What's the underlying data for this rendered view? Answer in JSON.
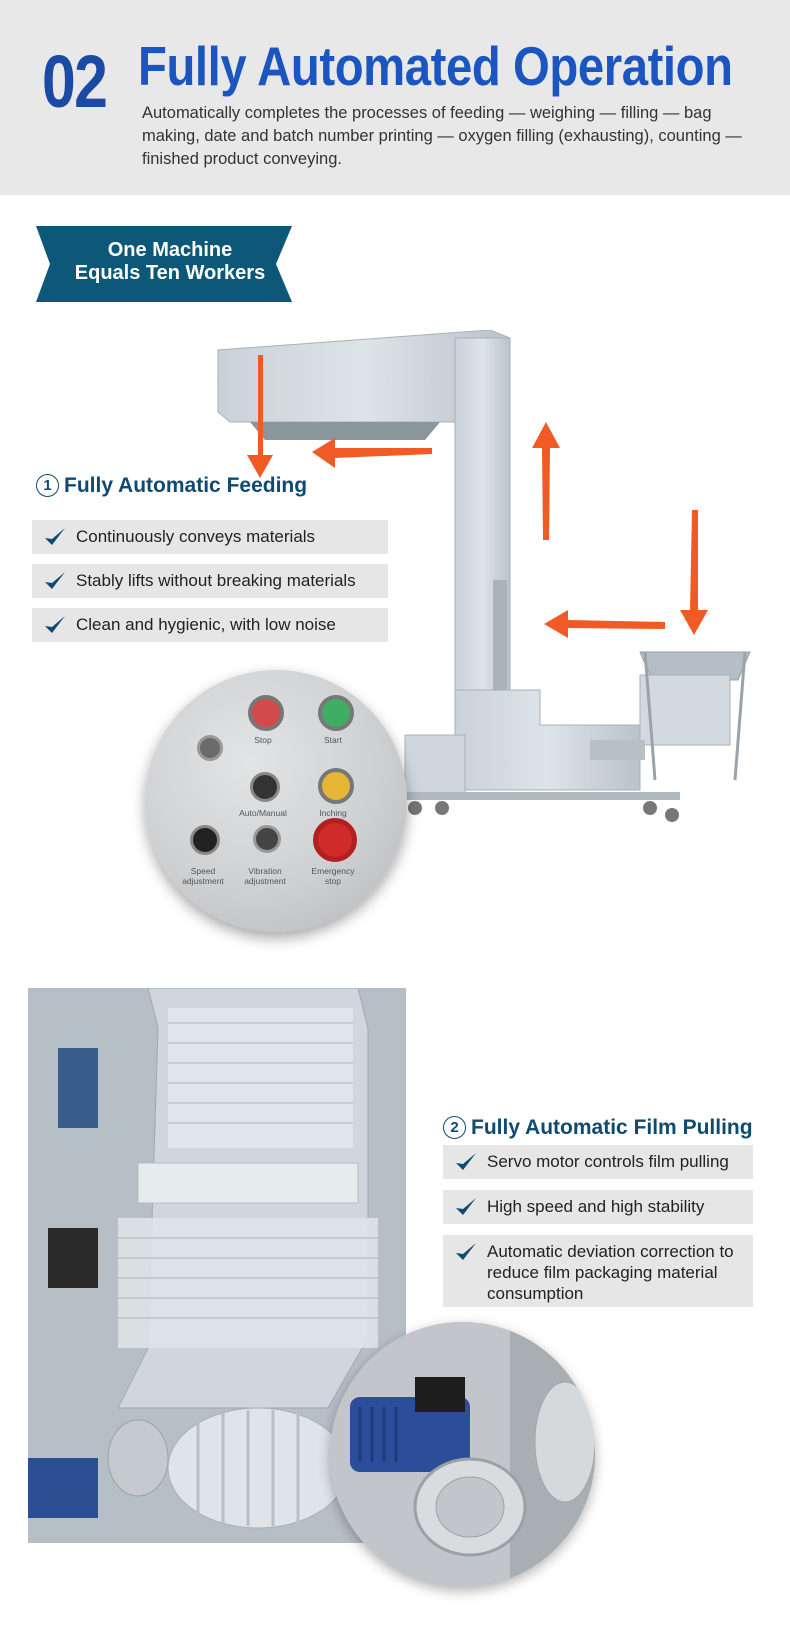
{
  "header": {
    "number": "02",
    "title": "Fully Automated Operation",
    "description": "Automatically completes the processes of feeding — weighing — filling — bag making, date and batch number printing — oxygen filling (exhausting), counting — finished product conveying."
  },
  "banner": {
    "line1": "One Machine",
    "line2": "Equals Ten Workers"
  },
  "section1": {
    "number": "1",
    "title": "Fully Automatic Feeding",
    "items": [
      "Continuously conveys materials",
      "Stably lifts without breaking materials",
      "Clean and hygienic, with low noise"
    ]
  },
  "control_panel": {
    "labels": [
      "Stop",
      "Start",
      "Auto/Manual",
      "Inching",
      "Speed adjustment",
      "Vibration adjustment",
      "Emergency stop"
    ]
  },
  "section2": {
    "number": "2",
    "title": "Fully Automatic Film Pulling",
    "items": [
      "Servo motor controls film pulling",
      "High speed and high stability",
      "Automatic deviation correction to reduce film packaging material consumption"
    ]
  },
  "colors": {
    "title_blue": "#1b55c0",
    "banner_teal": "#0d5878",
    "section_title": "#0f4a70",
    "arrow": "#f15a24",
    "item_bg": "#e6e6e6"
  }
}
